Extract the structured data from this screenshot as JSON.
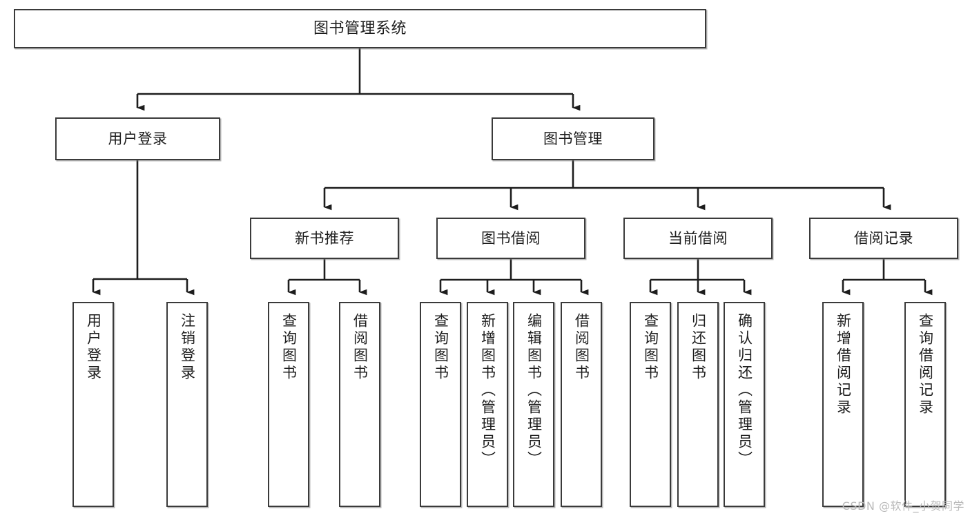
{
  "diagram": {
    "title": "图书管理系统",
    "type": "tree-hierarchy",
    "watermark": "CSDN @软件_小贺同学",
    "colors": {
      "box_border": "#3a3a3a",
      "box_fill": "#ffffff",
      "edge": "#1d1d1d",
      "text": "#1d1d1d",
      "watermark": "#b9b9b9",
      "background": "#ffffff"
    },
    "levels": {
      "root": "图书管理系统",
      "level2": [
        "用户登录",
        "图书管理"
      ],
      "level3": [
        "新书推荐",
        "图书借阅",
        "当前借阅",
        "借阅记录"
      ],
      "level4_vertical_text": true
    },
    "nodes": {
      "root": {
        "label": "图书管理系统"
      },
      "user_login": {
        "label": "用户登录"
      },
      "book_manage": {
        "label": "图书管理"
      },
      "new_book_rec": {
        "label": "新书推荐"
      },
      "book_borrow": {
        "label": "图书借阅"
      },
      "current_borrow": {
        "label": "当前借阅"
      },
      "borrow_record": {
        "label": "借阅记录"
      },
      "leaf_user_login": {
        "label": "用户登录"
      },
      "leaf_logout": {
        "label": "注销登录"
      },
      "leaf_query_book_1": {
        "label": "查询图书"
      },
      "leaf_borrow_book_1": {
        "label": "借阅图书"
      },
      "leaf_query_book_2": {
        "label": "查询图书"
      },
      "leaf_add_book": {
        "label": "新增图书（管理员）"
      },
      "leaf_edit_book": {
        "label": "编辑图书（管理员）"
      },
      "leaf_borrow_book_2": {
        "label": "借阅图书"
      },
      "leaf_query_book_3": {
        "label": "查询图书"
      },
      "leaf_return_book": {
        "label": "归还图书"
      },
      "leaf_confirm_return": {
        "label": "确认归还（管理员）"
      },
      "leaf_add_record": {
        "label": "新增借阅记录"
      },
      "leaf_query_record": {
        "label": "查询借阅记录"
      }
    },
    "edges": [
      {
        "from": "root",
        "to": "user_login"
      },
      {
        "from": "root",
        "to": "book_manage"
      },
      {
        "from": "user_login",
        "to": "leaf_user_login"
      },
      {
        "from": "user_login",
        "to": "leaf_logout"
      },
      {
        "from": "book_manage",
        "to": "new_book_rec"
      },
      {
        "from": "book_manage",
        "to": "book_borrow"
      },
      {
        "from": "book_manage",
        "to": "current_borrow"
      },
      {
        "from": "book_manage",
        "to": "borrow_record"
      },
      {
        "from": "new_book_rec",
        "to": "leaf_query_book_1"
      },
      {
        "from": "new_book_rec",
        "to": "leaf_borrow_book_1"
      },
      {
        "from": "book_borrow",
        "to": "leaf_query_book_2"
      },
      {
        "from": "book_borrow",
        "to": "leaf_add_book"
      },
      {
        "from": "book_borrow",
        "to": "leaf_edit_book"
      },
      {
        "from": "book_borrow",
        "to": "leaf_borrow_book_2"
      },
      {
        "from": "current_borrow",
        "to": "leaf_query_book_3"
      },
      {
        "from": "current_borrow",
        "to": "leaf_return_book"
      },
      {
        "from": "current_borrow",
        "to": "leaf_confirm_return"
      },
      {
        "from": "borrow_record",
        "to": "leaf_add_record"
      },
      {
        "from": "borrow_record",
        "to": "leaf_query_record"
      }
    ]
  }
}
